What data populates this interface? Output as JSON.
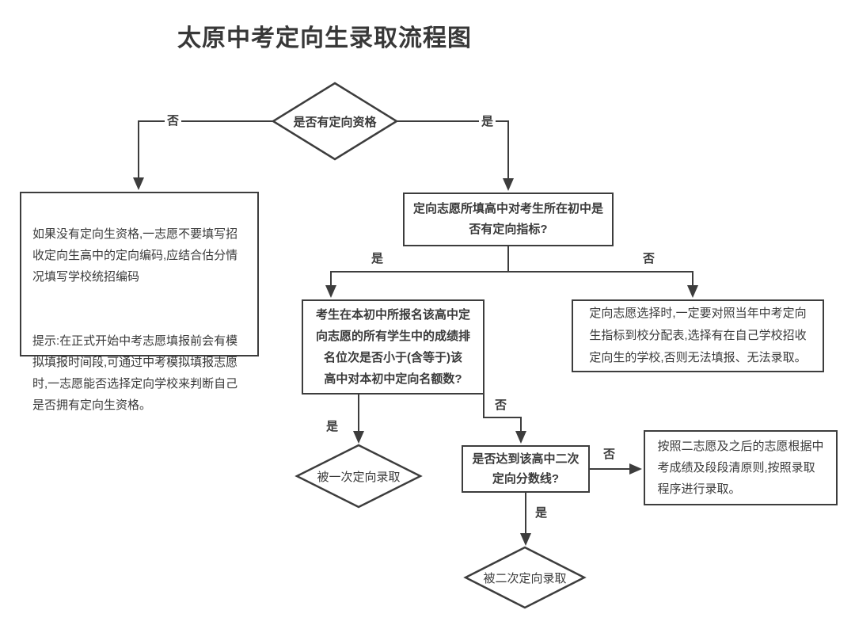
{
  "title": "太原中考定向生录取流程图",
  "flowchart": {
    "nodes": {
      "has_qualification": {
        "label": "是否有定向资格"
      },
      "no_qualification_note": {
        "p1": "如果没有定向生资格,一志愿不要填写招\n收定向生高中的定向编码,应结合估分情\n况填写学校统招编码",
        "p2": "提示:在正式开始中考志愿填报前会有模\n拟填报时间段,可通过中考模拟填报志愿\n时,一志愿能否选择定向学校来判断自己\n是否拥有定向生资格。"
      },
      "has_quota_question": {
        "label": "定向志愿所填高中对考生所在初中是\n否有定向指标?"
      },
      "rank_question": {
        "label": "考生在本初中所报名该高中定\n向志愿的所有学生中的成绩排\n名位次是否小于(含等于)该\n高中对本初中定向名额数?"
      },
      "no_quota_note": {
        "label": "定向志愿选择时,一定要对照当年中考定向\n生指标到校分配表,选择有在自己学校招收\n定向生的学校,否则无法填报、无法录取。"
      },
      "first_admission": {
        "label": "被一次定向录取"
      },
      "second_line_question": {
        "label": "是否达到该高中二次\n定向分数线?"
      },
      "second_choice_note": {
        "label": "按照二志愿及之后的志愿根据中\n考成绩及段段清原则,按照录取\n程序进行录取。"
      },
      "second_admission": {
        "label": "被二次定向录取"
      }
    },
    "edge_labels": {
      "d1_no": "否",
      "d1_yes": "是",
      "q2_yes": "是",
      "q2_no": "否",
      "q3_yes": "是",
      "q3_no": "否",
      "q4_no": "否",
      "q4_yes": "是"
    },
    "colors": {
      "stroke": "#3d3d3d",
      "text": "#3a3a3a",
      "background": "#ffffff"
    }
  }
}
